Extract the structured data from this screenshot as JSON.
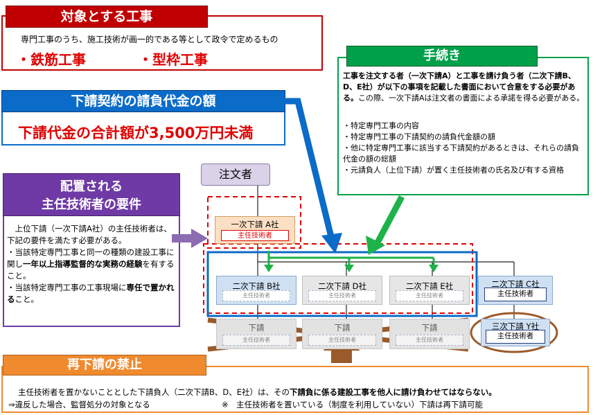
{
  "taisho": {
    "header": "対象とする工事",
    "desc": "専門工事のうち、施工技術が画一的である等として政令で定めるもの",
    "item1": "・鉄筋工事",
    "item2": "・型枠工事"
  },
  "keiyaku": {
    "header": "下請契約の請負代金の額",
    "value": "下請代金の合計額が3,500万円未満"
  },
  "tetsuzuki": {
    "header": "手続き",
    "bold_text": "工事を注文する者（一次下請A）と工事を請け負う者（二次下請B、D、E社）が以下の事項を記載した書面において合意をする必要がある。",
    "normal_text": "この際、一次下請Aは注文者の書面による承諾を得る必要がある。",
    "items": [
      "・特定専門工事の内容",
      "・特定専門工事の下請契約の請負代金額の額",
      "・他に特定専門工事に該当する下請契約があるときは、それらの請負代金の額の総額",
      "・元請負人（上位下請）が置く主任技術者の氏名及び有する資格"
    ]
  },
  "haichi": {
    "header_line1": "配置される",
    "header_line2": "主任技術者の要件",
    "intro": "上位下請（一次下請A社）の主任技術者は、下記の要件を満たす必要がある。",
    "b1_pre": "・当該特定専門工事と同一の種類の建設工事に関し",
    "b1_bold": "一年以上指導監督的な実務の経験",
    "b1_post": "を有すること。",
    "b2_pre": "・当該特定専門工事の工事現場に",
    "b2_bold": "専任で置かれる",
    "b2_post": "こと。"
  },
  "diagram": {
    "chumonsha": "注文者",
    "ichiji_a": "一次下請 A社",
    "shunin": "主任技術者",
    "niji_b": "二次下請 B社",
    "niji_d": "二次下請 D社",
    "niji_e": "二次下請 E社",
    "niji_c": "二次下請 C社",
    "sanji_y": "三次下請 Y社",
    "shitauke": "下請"
  },
  "saishitauke": {
    "header": "再下請の禁止",
    "line1_pre": "主任技術者を置かないこととした下請負人（二次下請B、D、E社）は、その",
    "line1_bold": "下請負に係る建設工事を他人に請け負わせてはならない。",
    "line2a": "⇒違反した場合、監督処分の対象となる",
    "line2b": "※　主任技術者を置いている（制度を利用していない）下請は再下請可能"
  },
  "colors": {
    "red": "#c00000",
    "blue": "#0b6bc8",
    "green": "#00a04a",
    "purple": "#6f3aa5",
    "orange": "#f08a2e",
    "brown": "#9b5a2a"
  }
}
